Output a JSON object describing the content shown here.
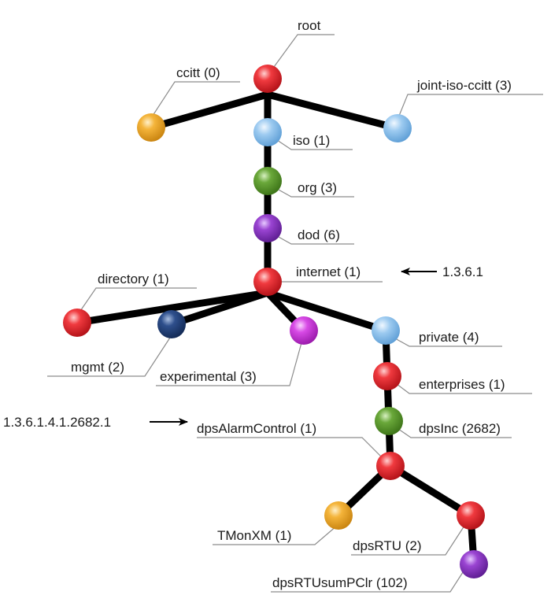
{
  "nodes": {
    "root": {
      "label": "root",
      "color": "red"
    },
    "ccitt": {
      "label": "ccitt (0)",
      "color": "orange"
    },
    "joint_iso_ccitt": {
      "label": "joint-iso-ccitt (3)",
      "color": "lightblue"
    },
    "iso": {
      "label": "iso (1)",
      "color": "lightblue"
    },
    "org": {
      "label": "org (3)",
      "color": "green"
    },
    "dod": {
      "label": "dod (6)",
      "color": "purple"
    },
    "internet": {
      "label": "internet (1)",
      "color": "red"
    },
    "directory": {
      "label": "directory (1)",
      "color": "red"
    },
    "mgmt": {
      "label": "mgmt (2)",
      "color": "darkblue"
    },
    "experimental": {
      "label": "experimental (3)",
      "color": "magenta"
    },
    "private": {
      "label": "private (4)",
      "color": "lightblue"
    },
    "enterprises": {
      "label": "enterprises (1)",
      "color": "red"
    },
    "dpsinc": {
      "label": "dpsInc (2682)",
      "color": "green"
    },
    "dpsalarmcontrol": {
      "label": "dpsAlarmControl (1)",
      "color": "red"
    },
    "tmonxm": {
      "label": "TMonXM (1)",
      "color": "orange"
    },
    "dpsrtu": {
      "label": "dpsRTU (2)",
      "color": "red"
    },
    "dpsrtusumpclr": {
      "label": "dpsRTUsumPClr (102)",
      "color": "purple"
    }
  },
  "annotations": {
    "internet_oid": "1.3.6.1",
    "dpsalarmcontrol_oid": "1.3.6.1.4.1.2682.1"
  },
  "colors": {
    "red": "#e8242b",
    "orange": "#f0ad2a",
    "lightblue": "#8fc3ec",
    "green": "#5a9a2e",
    "purple": "#8d3ac6",
    "darkblue": "#1f3f7a",
    "magenta": "#d13ee0"
  }
}
